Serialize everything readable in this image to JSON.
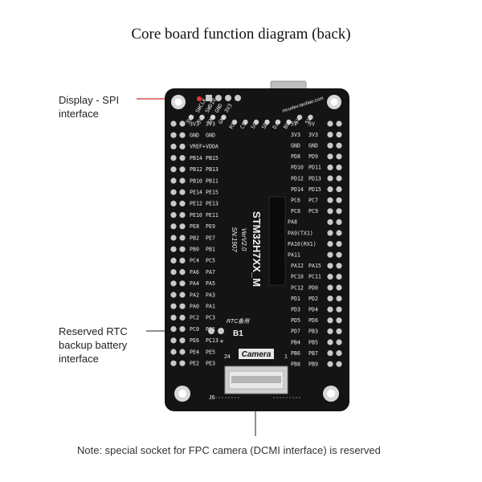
{
  "title": "Core board function diagram (back)",
  "callouts": {
    "spi": [
      "Display - SPI",
      "interface"
    ],
    "rtc": [
      "Reserved RTC",
      "backup battery",
      "interface"
    ]
  },
  "note": "Note: special socket for FPC camera (DCMI interface) is reserved",
  "board": {
    "chip_name": "STM32H7XX_M",
    "version": "VerV2.0",
    "serial": "SN:1907",
    "camera_label": "Camera",
    "battery_label": "B1",
    "rtc_label": "RTC备用",
    "url_label": "mcudev.taobao.com",
    "fpc_pin_start": "24",
    "fpc_pin_end": "1",
    "fpc_ref": "J6",
    "top_header": [
      "SWCLK",
      "SWDIO",
      "GND",
      "3V3"
    ],
    "top_row_labels": [
      "3V3",
      "3V3",
      "GND",
      "GND",
      "RS",
      "CS",
      "SCL",
      "SDA",
      "D/C",
      "BLK",
      "5V",
      "5V"
    ],
    "left_pins": [
      [
        "3V3",
        "3V3"
      ],
      [
        "GND",
        "GND"
      ],
      [
        "VREF+",
        "VDDA"
      ],
      [
        "PB14",
        "PB15"
      ],
      [
        "PB12",
        "PB13"
      ],
      [
        "PB10",
        "PB11"
      ],
      [
        "PE14",
        "PE15"
      ],
      [
        "PE12",
        "PE13"
      ],
      [
        "PE10",
        "PE11"
      ],
      [
        "PE8",
        "PE9"
      ],
      [
        "PB2",
        "PE7"
      ],
      [
        "PB0",
        "PB1"
      ],
      [
        "PC4",
        "PC5"
      ],
      [
        "PA6",
        "PA7"
      ],
      [
        "PA4",
        "PA5"
      ],
      [
        "PA2",
        "PA3"
      ],
      [
        "PA0",
        "PA1"
      ],
      [
        "PC2",
        "PC3"
      ],
      [
        "PC0",
        "PC1"
      ],
      [
        "PE6",
        "PC13"
      ],
      [
        "PE4",
        "PE5"
      ],
      [
        "PE2",
        "PE3"
      ]
    ],
    "right_pins": [
      [
        "5V",
        "5V"
      ],
      [
        "3V3",
        "3V3"
      ],
      [
        "GND",
        "GND"
      ],
      [
        "PD8",
        "PD9"
      ],
      [
        "PD10",
        "PD11"
      ],
      [
        "PD12",
        "PD13"
      ],
      [
        "PD14",
        "PD15"
      ],
      [
        "PC6",
        "PC7"
      ],
      [
        "PC8",
        "PC9"
      ],
      [
        "PA8",
        ""
      ],
      [
        "PA9(TX1)",
        ""
      ],
      [
        "PA10(RX1)",
        ""
      ],
      [
        "PA11",
        ""
      ],
      [
        "PA12",
        "PA15"
      ],
      [
        "PC10",
        "PC11"
      ],
      [
        "PC12",
        "PD0"
      ],
      [
        "PD1",
        "PD2"
      ],
      [
        "PD3",
        "PD4"
      ],
      [
        "PD5",
        "PD6"
      ],
      [
        "PD7",
        "PB3"
      ],
      [
        "PB4",
        "PB5"
      ],
      [
        "PB6",
        "PB7"
      ],
      [
        "PB8",
        "PB9"
      ]
    ],
    "colors": {
      "pcb": "#141414",
      "pad": "#c9c9c9",
      "callout_line": "#d9534f"
    }
  }
}
